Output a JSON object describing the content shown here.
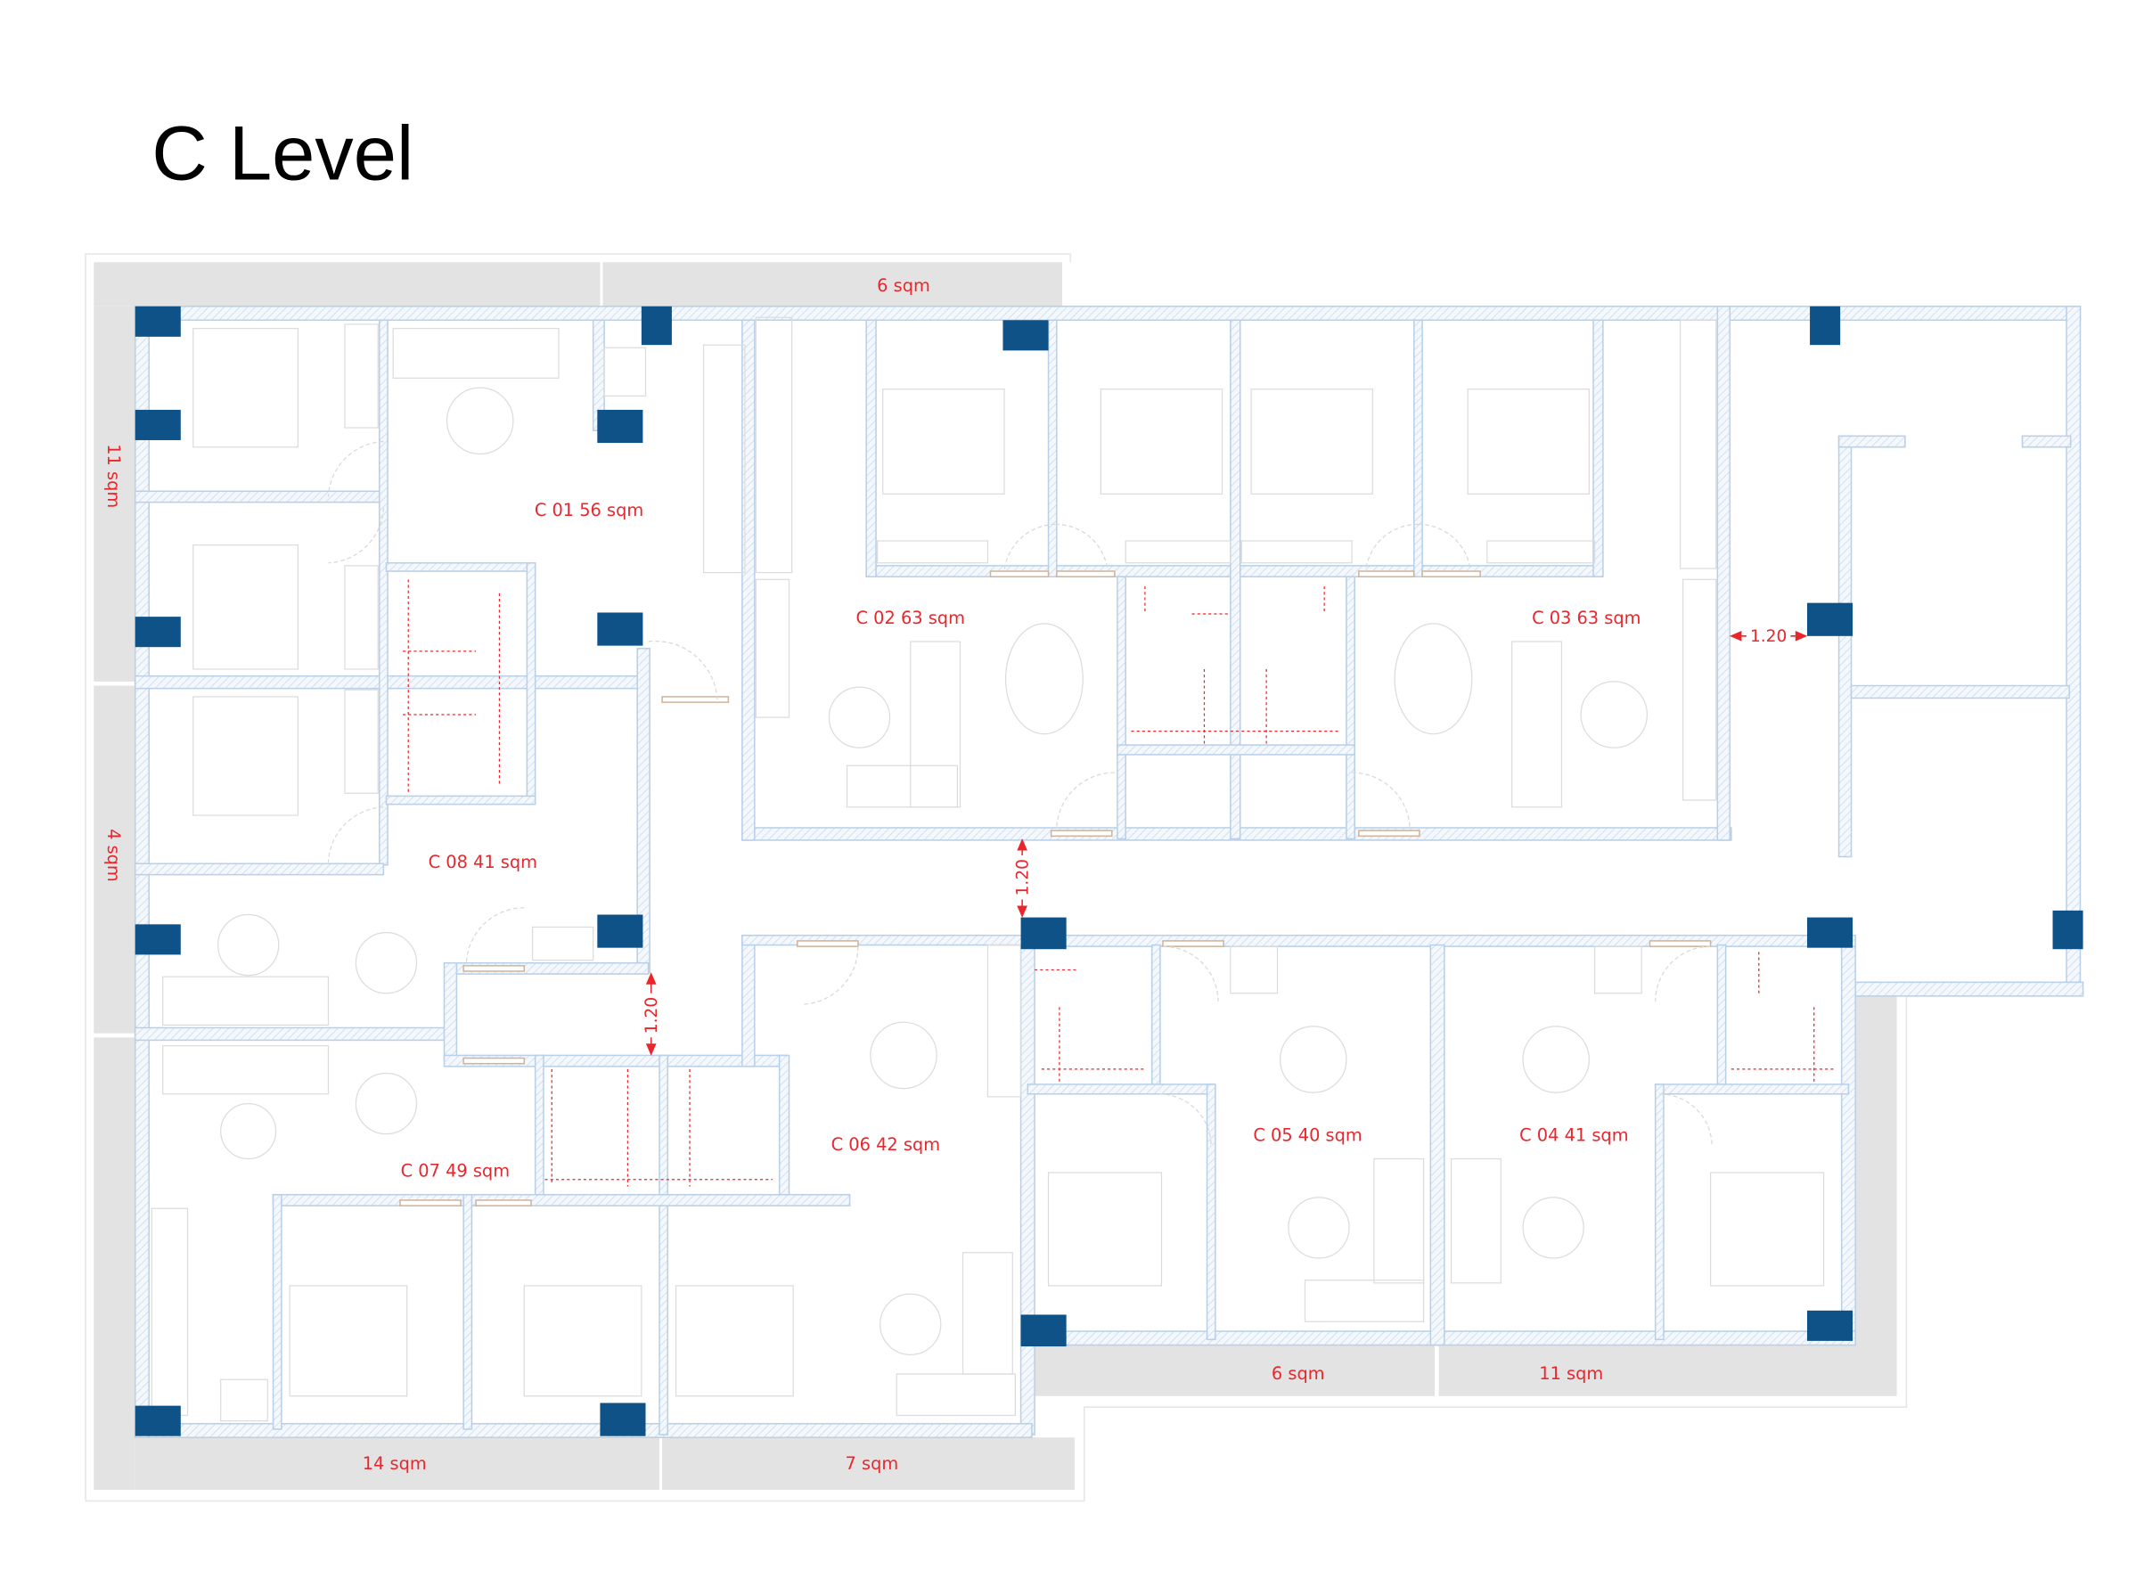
{
  "title": "C Level",
  "terraces": {
    "top": "6 sqm",
    "left_upper": "11 sqm",
    "left_lower": "4 sqm",
    "bottom_left": "14 sqm",
    "bottom_mid": "7 sqm",
    "bottom_right_a": "6 sqm",
    "bottom_right_b": "11 sqm"
  },
  "units": {
    "c01": "C 01 56 sqm",
    "c02": "C 02 63 sqm",
    "c03": "C 03 63 sqm",
    "c04": "C 04 41 sqm",
    "c05": "C 05 40 sqm",
    "c06": "C 06 42 sqm",
    "c07": "C 07 49 sqm",
    "c08": "C 08 41 sqm"
  },
  "dimensions": {
    "corridor_east": "1.20",
    "corridor_center": "1.20",
    "corridor_west": "1.20"
  },
  "colors": {
    "column": "#0f5288",
    "label": "#e8262c",
    "wall": "#b9d0e8",
    "terrace": "#e3e3e3"
  }
}
